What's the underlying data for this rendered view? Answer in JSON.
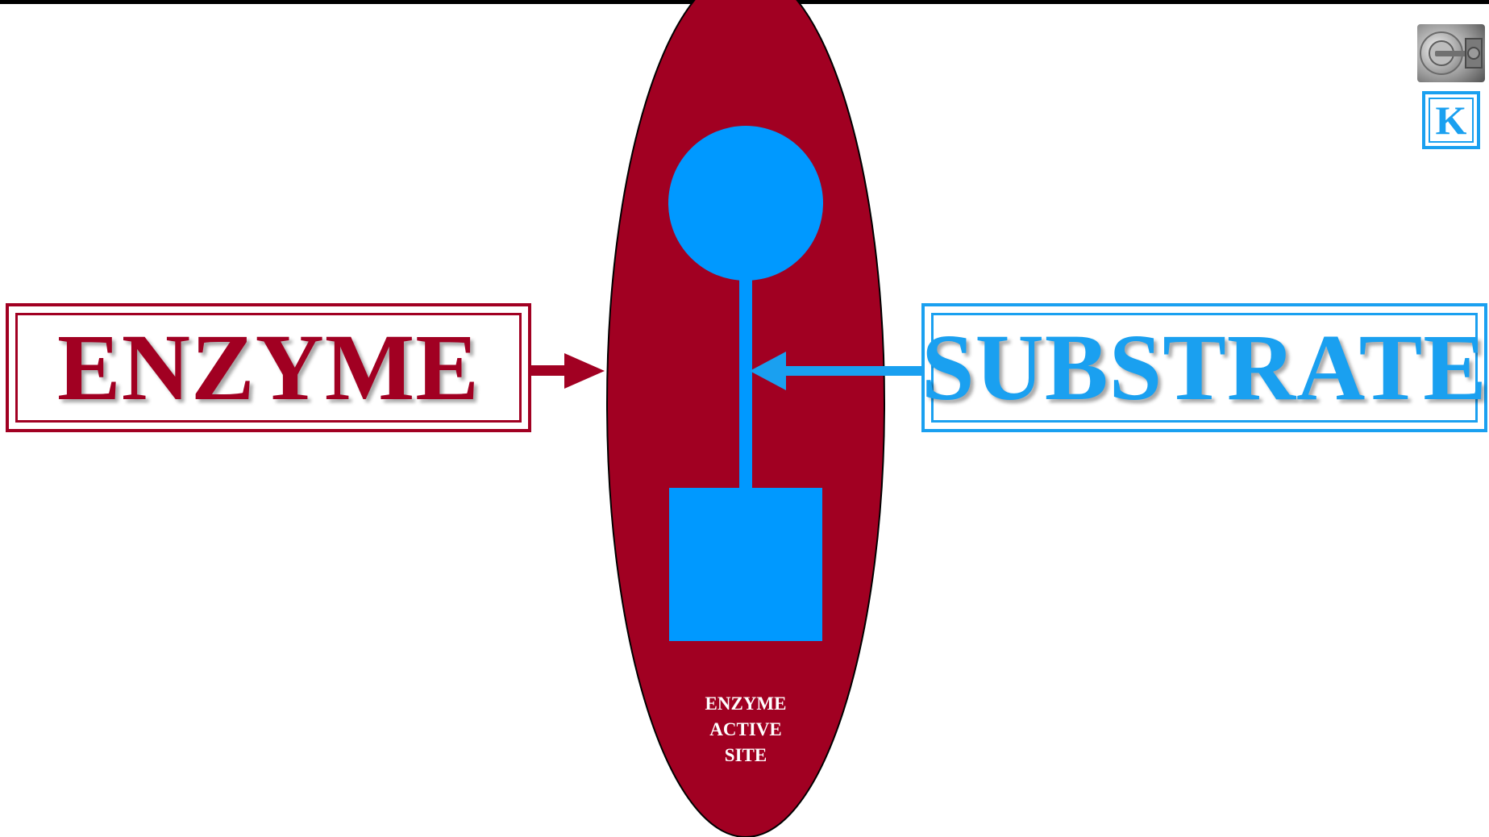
{
  "diagram": {
    "enzyme_label": "ENZYME",
    "substrate_label": "SUBSTRATE",
    "active_site_label": [
      "ENZYME",
      "ACTIVE",
      "SITE"
    ]
  },
  "nav": {
    "key_icon": "key-in-lock-icon",
    "k_button_label": "K"
  },
  "colors": {
    "enzyme": "#a10022",
    "substrate": "#1aa0f0",
    "substrate_shape": "#0099ff",
    "top_bar": "#000000"
  }
}
